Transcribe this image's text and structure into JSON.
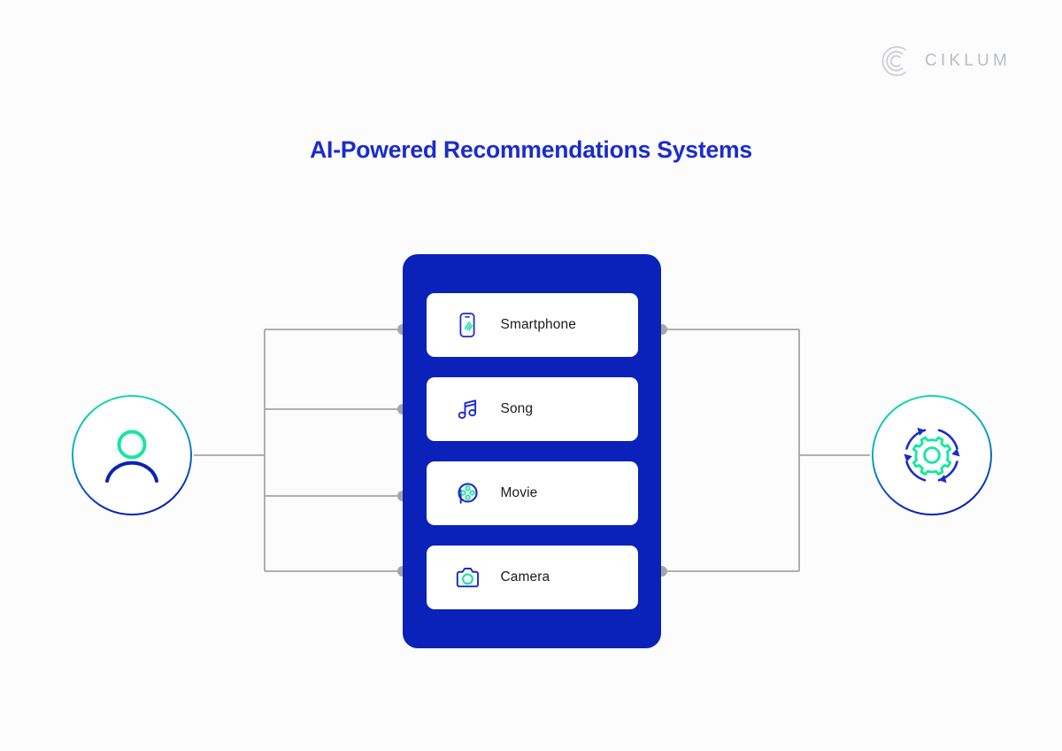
{
  "brand": {
    "name": "CIKLUM",
    "mark_icon": "ciklum-concentric-c-icon",
    "color": "#b9bcc2"
  },
  "header": {
    "title": "AI-Powered Recommendations Systems",
    "title_color": "#1a2ccc"
  },
  "diagram": {
    "type": "flow",
    "background_color": "#fcfcfc",
    "left_node": {
      "label": "user",
      "icon": "user-avatar-icon",
      "ring_gradient_from": "#15e79e",
      "ring_gradient_to": "#0a21ba",
      "head_color": "#15e79e",
      "body_color": "#0a21ba"
    },
    "right_node": {
      "label": "recommendation-engine",
      "icon": "gear-refresh-cycle-icon",
      "ring_gradient_from": "#15e79e",
      "ring_gradient_to": "#0a21ba",
      "gear_color": "#15e79e",
      "arrows_color": "#1a2ccc"
    },
    "center_panel": {
      "background_color": "#0a21ba",
      "items": [
        {
          "label": "Smartphone",
          "icon": "smartphone-icon"
        },
        {
          "label": "Song",
          "icon": "music-note-icon"
        },
        {
          "label": "Movie",
          "icon": "film-reel-icon"
        },
        {
          "label": "Camera",
          "icon": "camera-icon"
        }
      ]
    },
    "connectors": {
      "line_color": "#a6a6a6",
      "dot_color": "#a6a6a6",
      "left_dot_count": 4,
      "right_dot_count": 2
    }
  }
}
